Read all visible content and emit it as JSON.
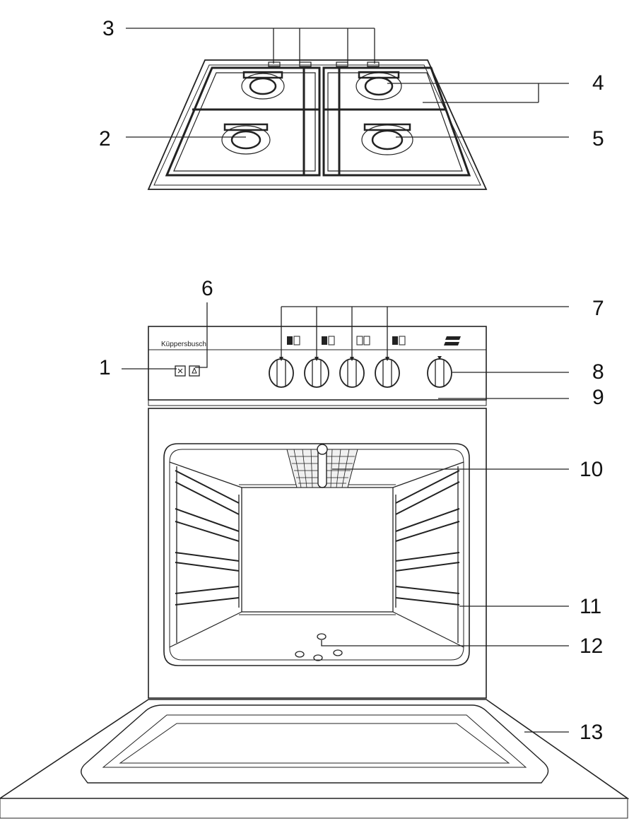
{
  "callouts": {
    "c1": "1",
    "c2": "2",
    "c3": "3",
    "c4": "4",
    "c5": "5",
    "c6": "6",
    "c7": "7",
    "c8": "8",
    "c9": "9",
    "c10": "10",
    "c11": "11",
    "c12": "12",
    "c13": "13"
  },
  "panel": {
    "brand": "Küppersbusch"
  }
}
